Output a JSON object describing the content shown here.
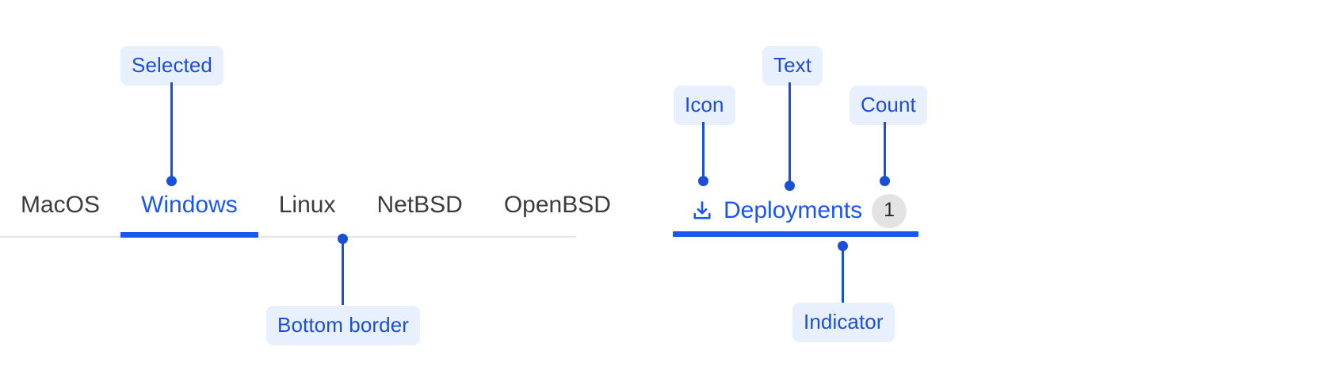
{
  "colors": {
    "accent": "#1a56f0",
    "annotation_text": "#1a4fd6",
    "annotation_bg": "#e9f0fd",
    "tab_text": "#3c3c3c",
    "hairline": "#e6e6e6",
    "badge_bg": "#e3e3e3",
    "badge_text": "#2b2b2b"
  },
  "tabbar": {
    "tabs": [
      {
        "label": "MacOS",
        "selected": false
      },
      {
        "label": "Windows",
        "selected": true
      },
      {
        "label": "Linux",
        "selected": false
      },
      {
        "label": "NetBSD",
        "selected": false
      },
      {
        "label": "OpenBSD",
        "selected": false
      }
    ]
  },
  "single_tab": {
    "icon": "download-icon",
    "label": "Deployments",
    "count": "1",
    "selected": true
  },
  "annotations": [
    {
      "id": "selected",
      "label": "Selected",
      "target": "windows-tab-label"
    },
    {
      "id": "bottom-border",
      "label": "Bottom border",
      "target": "tabbar-hairline"
    },
    {
      "id": "icon",
      "label": "Icon",
      "target": "deployments-icon"
    },
    {
      "id": "text",
      "label": "Text",
      "target": "deployments-label"
    },
    {
      "id": "count",
      "label": "Count",
      "target": "deployments-count"
    },
    {
      "id": "indicator",
      "label": "Indicator",
      "target": "deployments-indicator"
    }
  ]
}
